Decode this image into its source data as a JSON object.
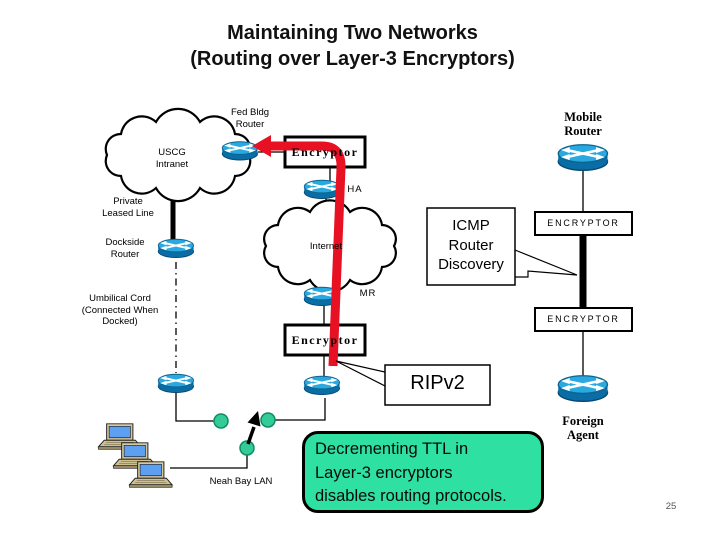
{
  "slide": {
    "title": "Maintaining Two Networks\n(Routing over Layer-3 Encryptors)",
    "page_number": "25"
  },
  "colors": {
    "red_route": "#e81123",
    "note_green": "#2ee0a2",
    "router_top_blue": "#2aa9e0",
    "router_side_blue": "#0b6da6",
    "lan_dot_green": "#33cc99",
    "laptop_screen_blue": "#5d9ff0"
  },
  "icons": {
    "router": "cisco-router-icon",
    "laptop": "workstation-icon",
    "cloud": "network-cloud-shape",
    "red_arrow": "tunnel-route-arrow",
    "lan_dot": "lan-tap-dot",
    "uplink_arrow": "lan-uplink-arrow"
  },
  "labels": {
    "fed_bldg_router": "Fed Bldg\nRouter",
    "mobile_router": "Mobile\nRouter",
    "uscg_intranet": "USCG\nIntranet",
    "encryptor_top": "Encryptor",
    "ha": "HA",
    "private_leased_line": "Private\nLeased Line",
    "icmp_router_discovery": "ICMP\nRouter\nDiscovery",
    "encryptor_right_top": "ENCRYPTOR",
    "dockside_router": "Dockside\nRouter",
    "internet": "Internet",
    "umbilical_cord": "Umbilical Cord\n(Connected When\nDocked)",
    "mr": "MR",
    "encryptor_right_bottom": "ENCRYPTOR",
    "encryptor_bottom": "Encryptor",
    "ripv2": "RIPv2",
    "foreign_agent": "Foreign\nAgent",
    "neah_bay_lan": "Neah Bay LAN",
    "note": "Decrementing TTL in\nLayer-3 encryptors\ndisables routing protocols."
  }
}
